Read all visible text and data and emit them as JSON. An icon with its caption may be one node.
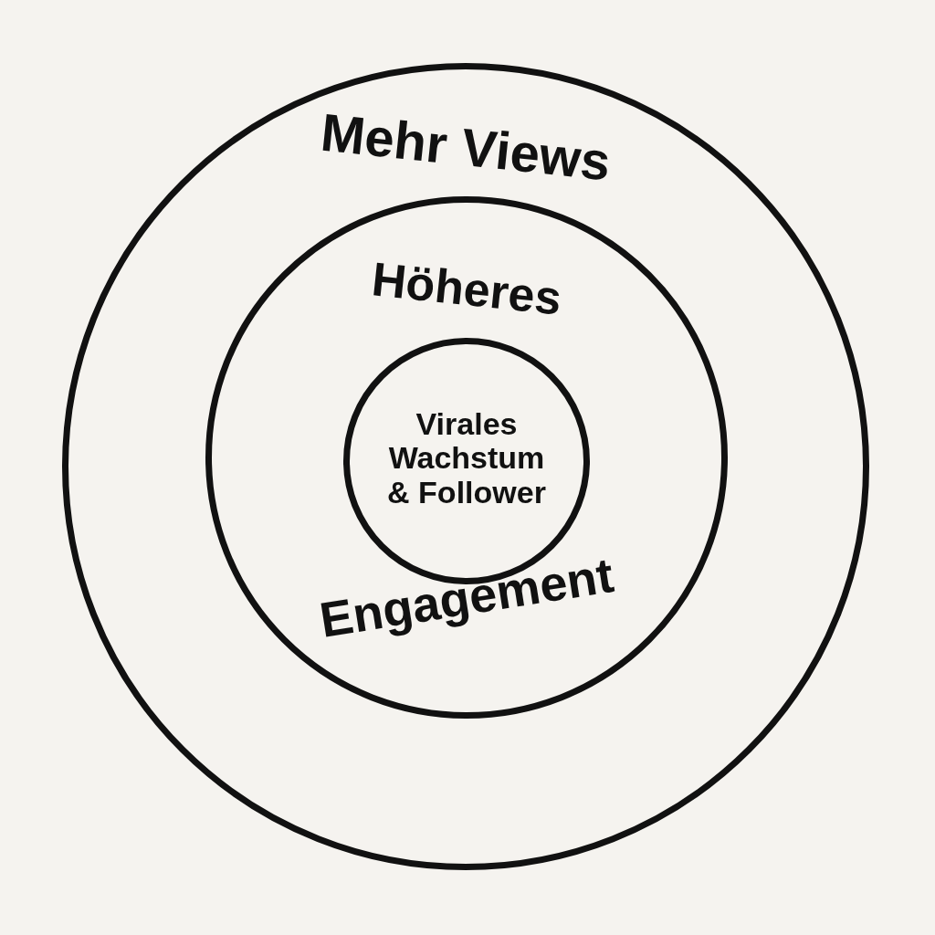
{
  "diagram": {
    "nodes": [
      {
        "text": [
          "Mehr Views"
        ]
      },
      {
        "text": [
          "Höheres",
          "Engagement"
        ],
        "in": 0
      },
      {
        "text": [
          "Virales Wachstum & Follower"
        ],
        "in": 1
      }
    ]
  }
}
